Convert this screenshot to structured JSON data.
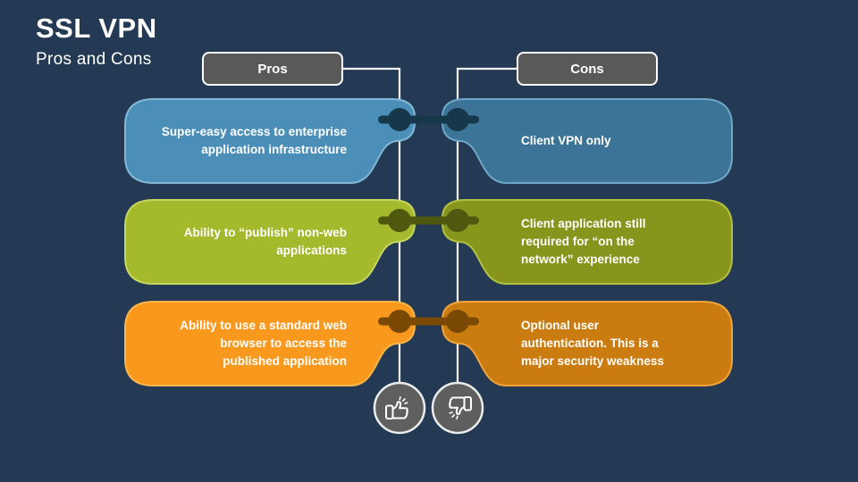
{
  "title": "SSL VPN",
  "subtitle": "Pros and Cons",
  "headers": {
    "pros": "Pros",
    "cons": "Cons"
  },
  "colors": {
    "background": "#243a54",
    "line": "#f5f5f5",
    "button_fill": "#595959",
    "icon_circle_fill": "#5f5f5f"
  },
  "rows": [
    {
      "pro": {
        "text": "Super-easy access to enterprise\napplication infrastructure",
        "fill": "#4b8fb8",
        "border": "#82b8d6"
      },
      "con": {
        "text": "Client VPN only",
        "fill": "#3b7496",
        "border": "#6fa7c6"
      },
      "connector": "#17384b"
    },
    {
      "pro": {
        "text": "Ability to “publish” non-web\napplications",
        "fill": "#a4b92c",
        "border": "#c6d65f"
      },
      "con": {
        "text": "Client application still\nrequired for “on the\nnetwork” experience",
        "fill": "#87951d",
        "border": "#b1c03f"
      },
      "connector": "#4f580e"
    },
    {
      "pro": {
        "text": "Ability to use a standard web\nbrowser to access the\npublished application",
        "fill": "#f8991d",
        "border": "#fbb54a"
      },
      "con": {
        "text": "Optional user\nauthentication. This is a\nmajor security weakness",
        "fill": "#cb7c11",
        "border": "#f0a33b"
      },
      "connector": "#7a4a04"
    }
  ],
  "icons": {
    "pros": "thumbs-up-icon",
    "cons": "thumbs-down-icon"
  }
}
